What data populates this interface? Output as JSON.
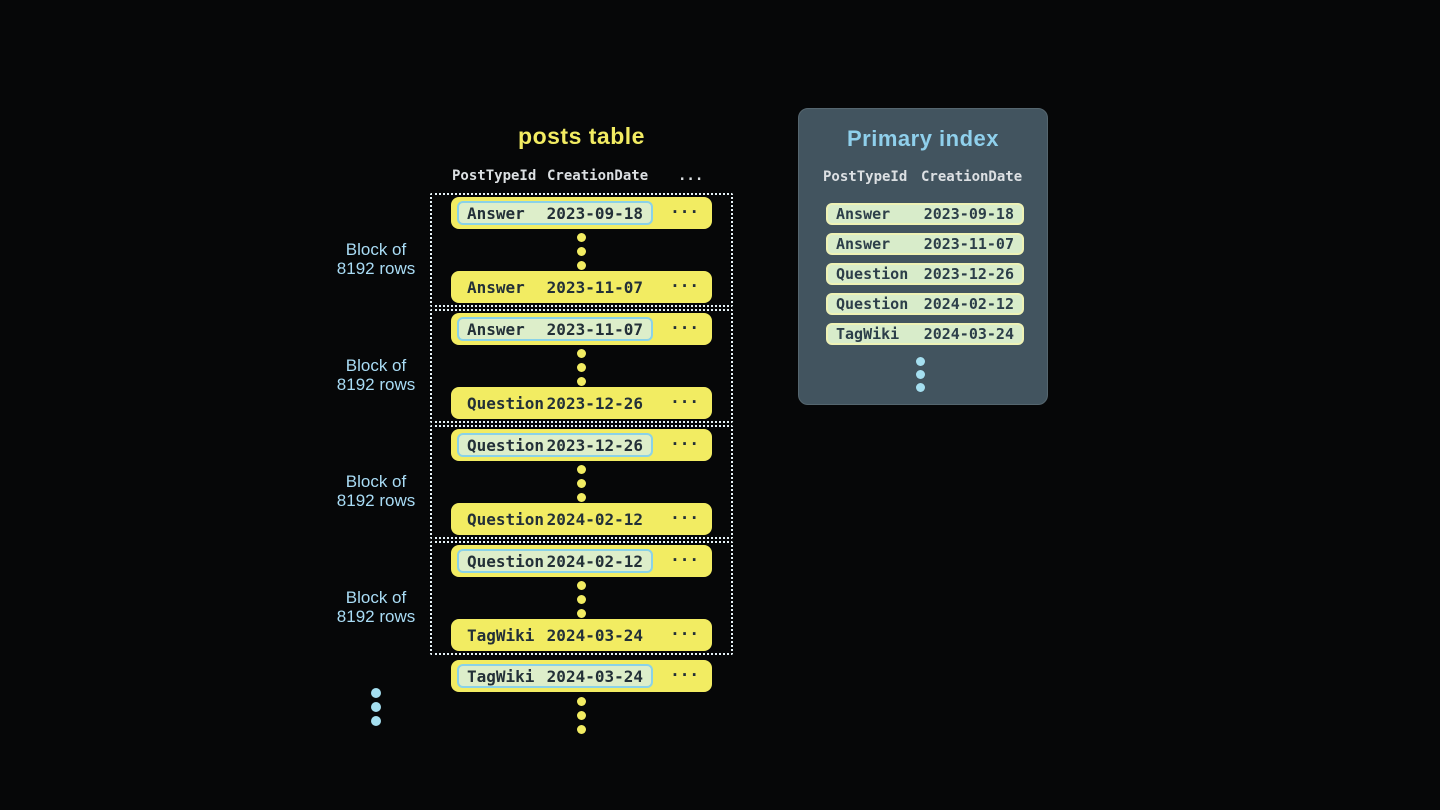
{
  "posts": {
    "title": "posts table",
    "header": {
      "col1": "PostTypeId",
      "col2": "CreationDate",
      "more": "..."
    },
    "block_label": {
      "line1": "Block of",
      "line2": "8192 rows"
    },
    "ellipsis": "...",
    "blocks": [
      {
        "first": {
          "type": "Answer",
          "date": "2023-09-18"
        },
        "last": {
          "type": "Answer",
          "date": "2023-11-07"
        }
      },
      {
        "first": {
          "type": "Answer",
          "date": "2023-11-07"
        },
        "last": {
          "type": "Question",
          "date": "2023-12-26"
        }
      },
      {
        "first": {
          "type": "Question",
          "date": "2023-12-26"
        },
        "last": {
          "type": "Question",
          "date": "2024-02-12"
        }
      },
      {
        "first": {
          "type": "Question",
          "date": "2024-02-12"
        },
        "last": {
          "type": "TagWiki",
          "date": "2024-03-24"
        }
      }
    ],
    "overflow_row": {
      "type": "TagWiki",
      "date": "2024-03-24"
    }
  },
  "index": {
    "title": "Primary index",
    "header": {
      "col1": "PostTypeId",
      "col2": "CreationDate"
    },
    "rows": [
      {
        "type": "Answer",
        "date": "2023-09-18"
      },
      {
        "type": "Answer",
        "date": "2023-11-07"
      },
      {
        "type": "Question",
        "date": "2023-12-26"
      },
      {
        "type": "Question",
        "date": "2024-02-12"
      },
      {
        "type": "TagWiki",
        "date": "2024-03-24"
      }
    ]
  },
  "colors": {
    "bg": "#060708",
    "yellow": "#f2ec62",
    "row-text": "#233038",
    "pill-bg": "#ddeeca",
    "pill-border": "#8ad2e8",
    "index-row-bg": "#d8ecca",
    "index-row-border": "#eef2b6",
    "index-text": "#2c3e49",
    "panel-bg": "#42545f",
    "panel-border": "#55666f",
    "cyan-title": "#8fd0ec",
    "label-blue": "#a9dcf5",
    "header-text": "#dce0e3",
    "dotted": "#e6f2f6",
    "cyan-dot": "#a5dff0"
  }
}
